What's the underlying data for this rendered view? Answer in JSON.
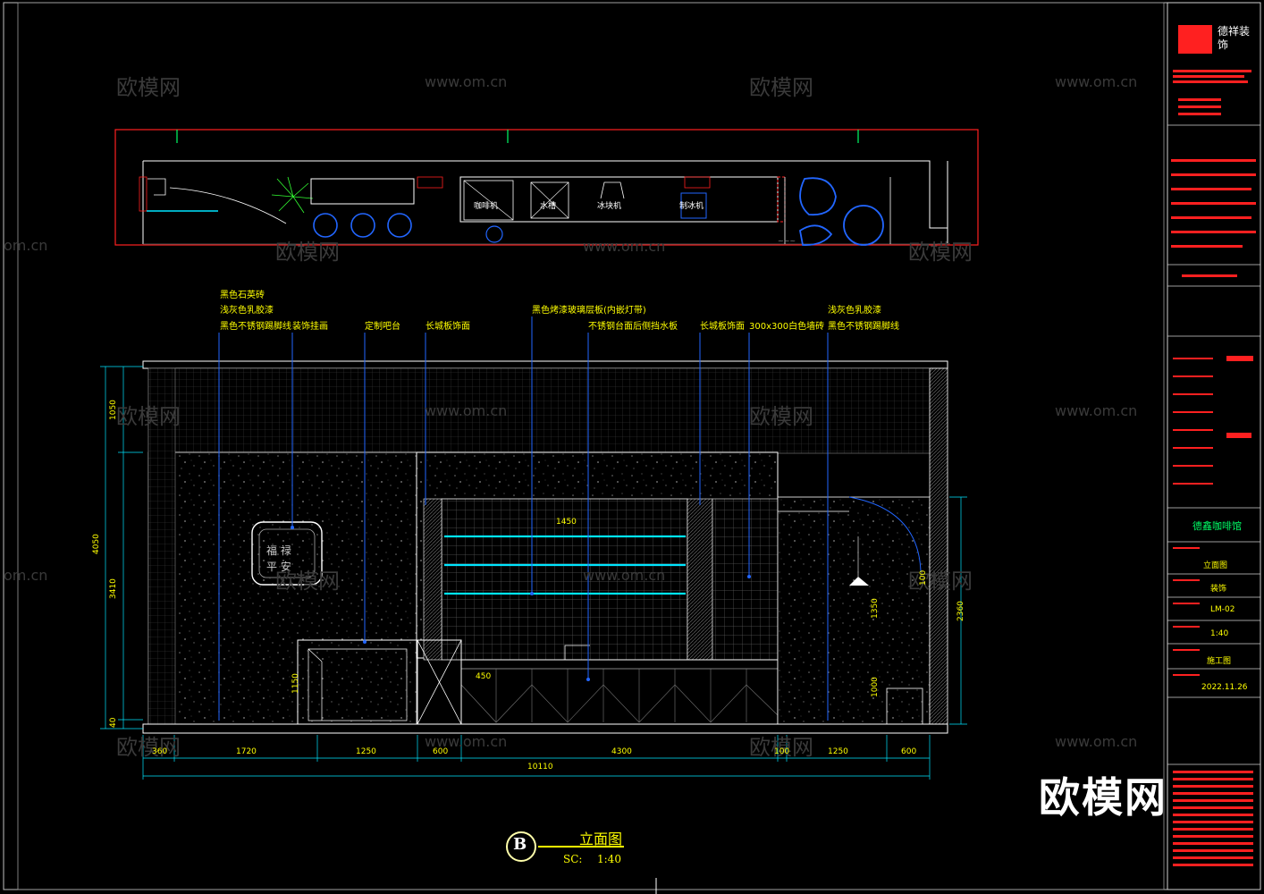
{
  "watermarks": {
    "cn": "欧模网",
    "url": "www.om.cn",
    "url_short": "om.cn"
  },
  "plan_labels": {
    "coffee": "咖啡机",
    "sink": "水槽",
    "ice": "冰块机",
    "extra": "制冰机"
  },
  "callouts": [
    "黑色石英砖",
    "浅灰色乳胶漆",
    "黑色不锈钢踢脚线",
    "装饰挂画",
    "定制吧台",
    "长城板饰面",
    "黑色烤漆玻璃层板(内嵌灯带)",
    "不锈钢台面后侧挡水板",
    "长城板饰面",
    "300x300白色墙砖",
    "浅灰色乳胶漆",
    "黑色不锈钢踢脚线"
  ],
  "dims_bottom": [
    "360",
    "1720",
    "1250",
    "600",
    "4300",
    "100",
    "1250",
    "600"
  ],
  "dim_total": "10110",
  "dims_left": [
    "1050",
    "4050",
    "3410",
    "40"
  ],
  "dims_inner": [
    "1450",
    "450",
    "1150",
    "2360",
    "100",
    "1000",
    "1350"
  ],
  "drawing_title": {
    "bubble": "B",
    "name": "立面图",
    "scale_label": "SC:",
    "scale": "1:40"
  },
  "title_block": {
    "company": "德祥装饰",
    "project": "德鑫咖啡馆",
    "sheet_name": "立面图",
    "discipline": "装饰",
    "sheet_no": "LM-02",
    "scale": "1:40",
    "stage": "施工图",
    "date": "2022.11.26"
  },
  "brand_watermark": "欧模网",
  "colors": {
    "wall": "#ffffff",
    "red": "#ff2020",
    "yellow": "#ffff00",
    "cyan": "#00e5ff",
    "blue": "#2266ff",
    "green": "#00ff66"
  }
}
